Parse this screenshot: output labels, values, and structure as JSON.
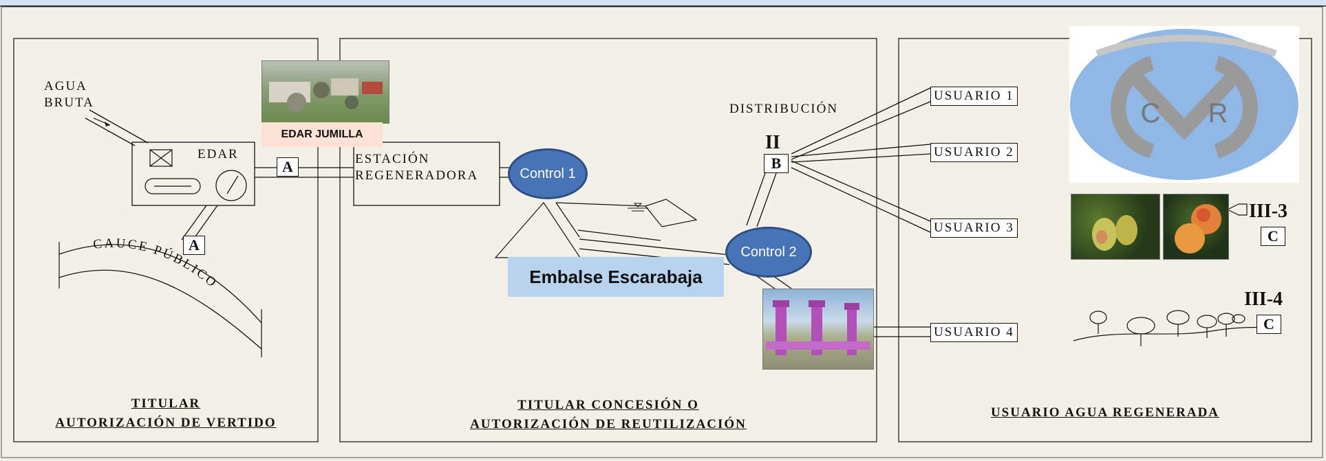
{
  "panels": {
    "left_title": [
      "TITULAR",
      "AUTORIZACIÓN DE VERTIDO"
    ],
    "middle_title": [
      "TITULAR CONCESIÓN O",
      "AUTORIZACIÓN DE REUTILIZACIÓN"
    ],
    "right_title": "USUARIO AGUA REGENERADA"
  },
  "labels": {
    "agua_bruta": [
      "AGUA",
      "BRUTA"
    ],
    "edar": "EDAR",
    "edar_jumilla": "EDAR JUMILLA",
    "estacion": [
      "ESTACIÓN",
      "REGENERADORA"
    ],
    "cauce": "CAUCE PÚBLICO",
    "distribucion": "DISTRIBUCIÓN",
    "embalse": "Embalse Escarabaja",
    "control1": "Control 1",
    "control2": "Control 2"
  },
  "markers": {
    "a1": "A",
    "a2": "A",
    "roman2": "II",
    "b": "B",
    "roman3": "III-3",
    "c3": "C",
    "roman4": "III-4",
    "c4": "C"
  },
  "users": [
    "USUARIO 1",
    "USUARIO 2",
    "USUARIO 3",
    "USUARIO 4"
  ],
  "logo": {
    "letters": [
      "C",
      "R"
    ],
    "circle_color": "#8fb8e6",
    "arc_color": "#9a9a9a"
  }
}
